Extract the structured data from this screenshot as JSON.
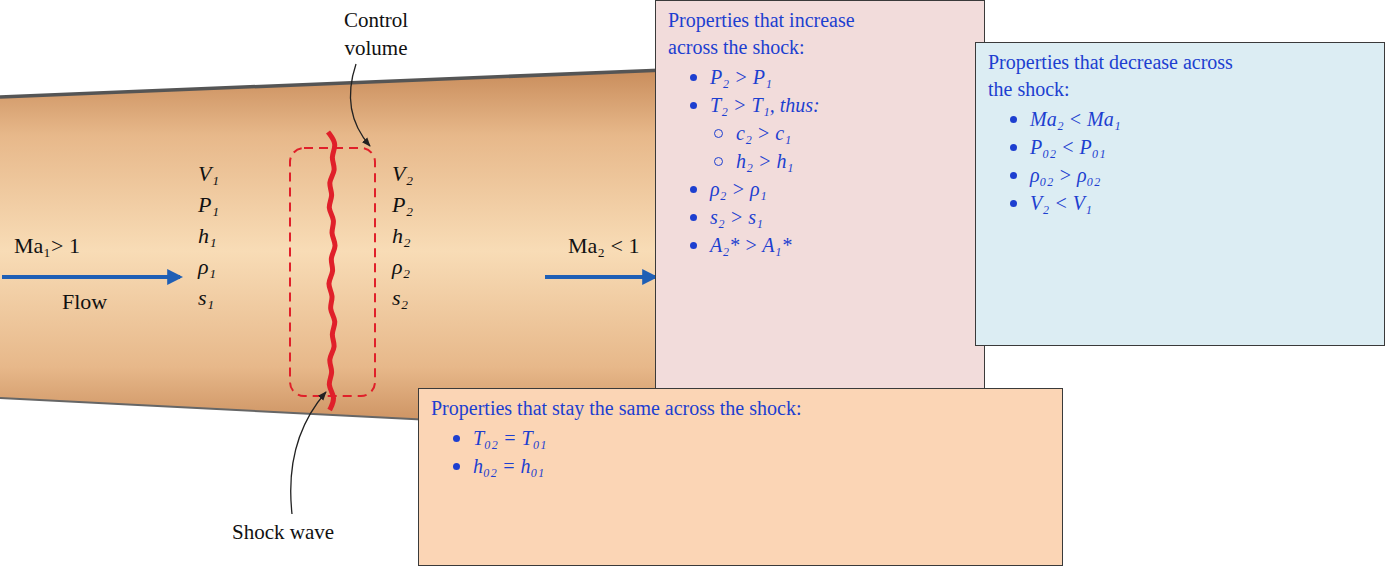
{
  "diagram": {
    "nodes": [
      {
        "text": [
          "Properties that increase across the shock:",
          "P₂ > P₁",
          "T₂ > T₁, thus:",
          "c₂ > c₁",
          "h₂ > h₁",
          "ρ₂ > ρ₁",
          "s₂ > s₁",
          "A₂* > A₁*"
        ]
      },
      {
        "text": [
          "Properties that decrease across the shock:",
          "Ma₂ < Ma₁",
          "P₀₂ < P₀₁",
          "ρ₀₂ > ρ₀₂",
          "V₂ < V₁"
        ]
      },
      {
        "text": [
          "Properties that stay the same across the shock:",
          "T₀₂ = T₀₁",
          "h₀₂ = h₀₁"
        ]
      }
    ],
    "edges": [],
    "labels": [
      "Control volume",
      "Shock wave",
      "Ma₁> 1",
      "Flow",
      "Ma₂ < 1",
      "V₁",
      "P₁",
      "h₁",
      "ρ₁",
      "s₁",
      "V₂",
      "P₂",
      "h₂",
      "ρ₂",
      "s₂"
    ]
  }
}
